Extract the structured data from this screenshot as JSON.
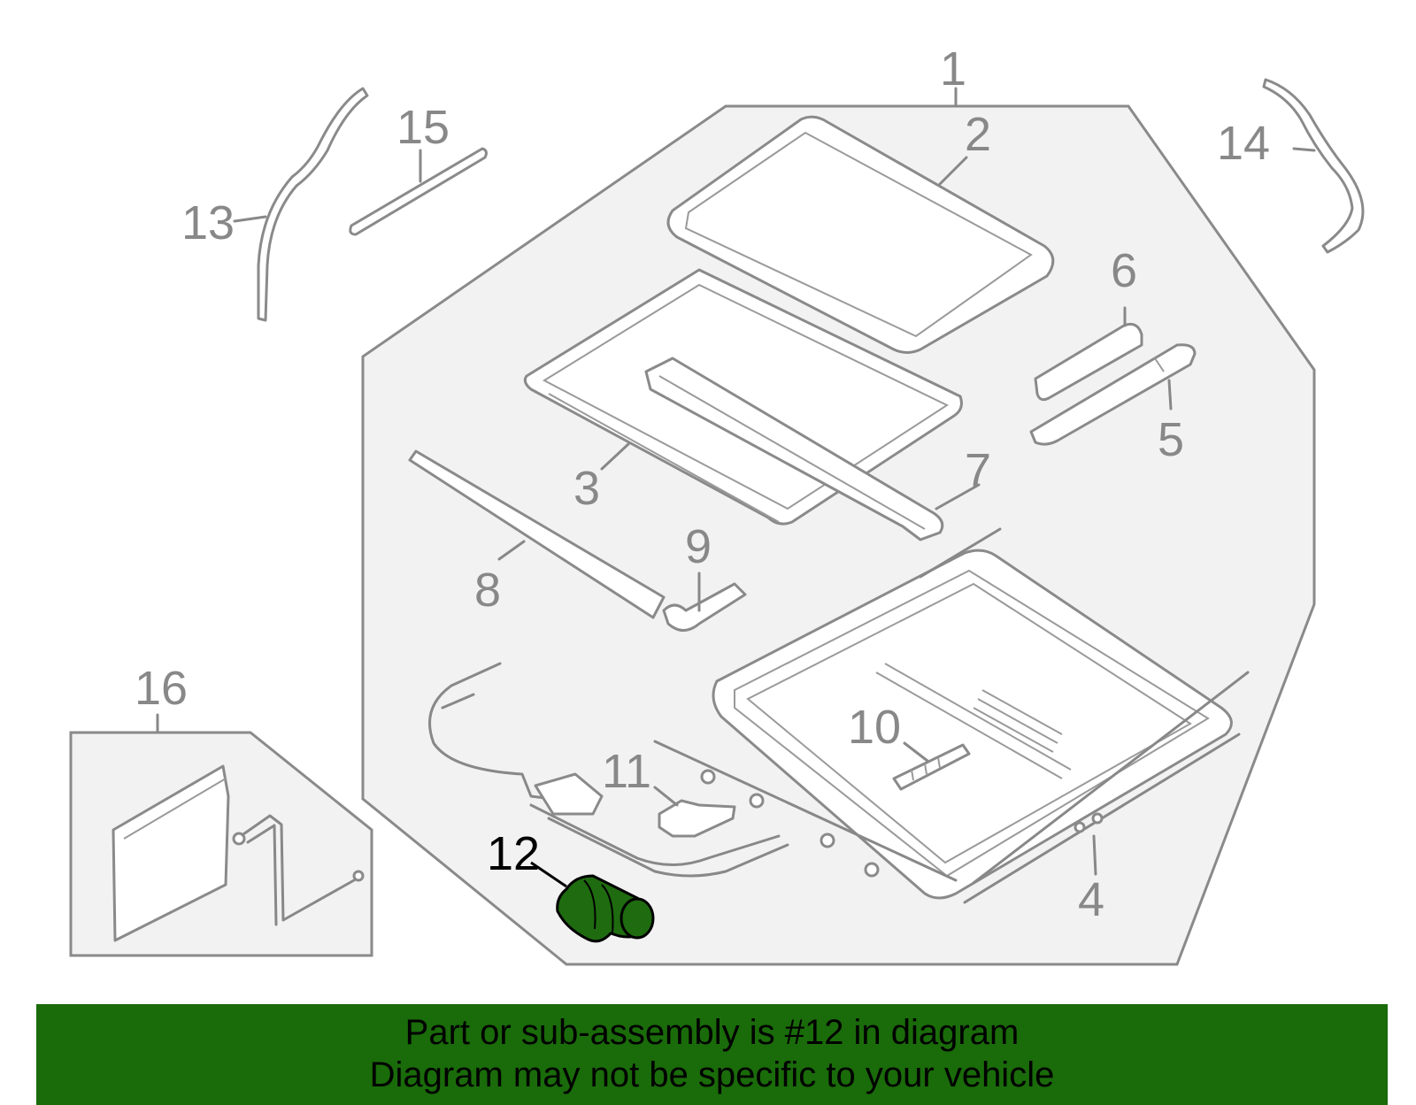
{
  "callouts": [
    "1",
    "2",
    "3",
    "4",
    "5",
    "6",
    "7",
    "8",
    "9",
    "10",
    "11",
    "12",
    "13",
    "14",
    "15",
    "16"
  ],
  "highlighted_part": "12",
  "colors": {
    "banner_bg": "#1a6b0a",
    "highlight_part": "#1f6b10",
    "panel_fill": "#f2f2f2",
    "line": "#8a8a8a"
  },
  "banner": {
    "line1": "Part or sub-assembly is #12 in diagram",
    "line2": "Diagram may not be specific to your vehicle"
  }
}
